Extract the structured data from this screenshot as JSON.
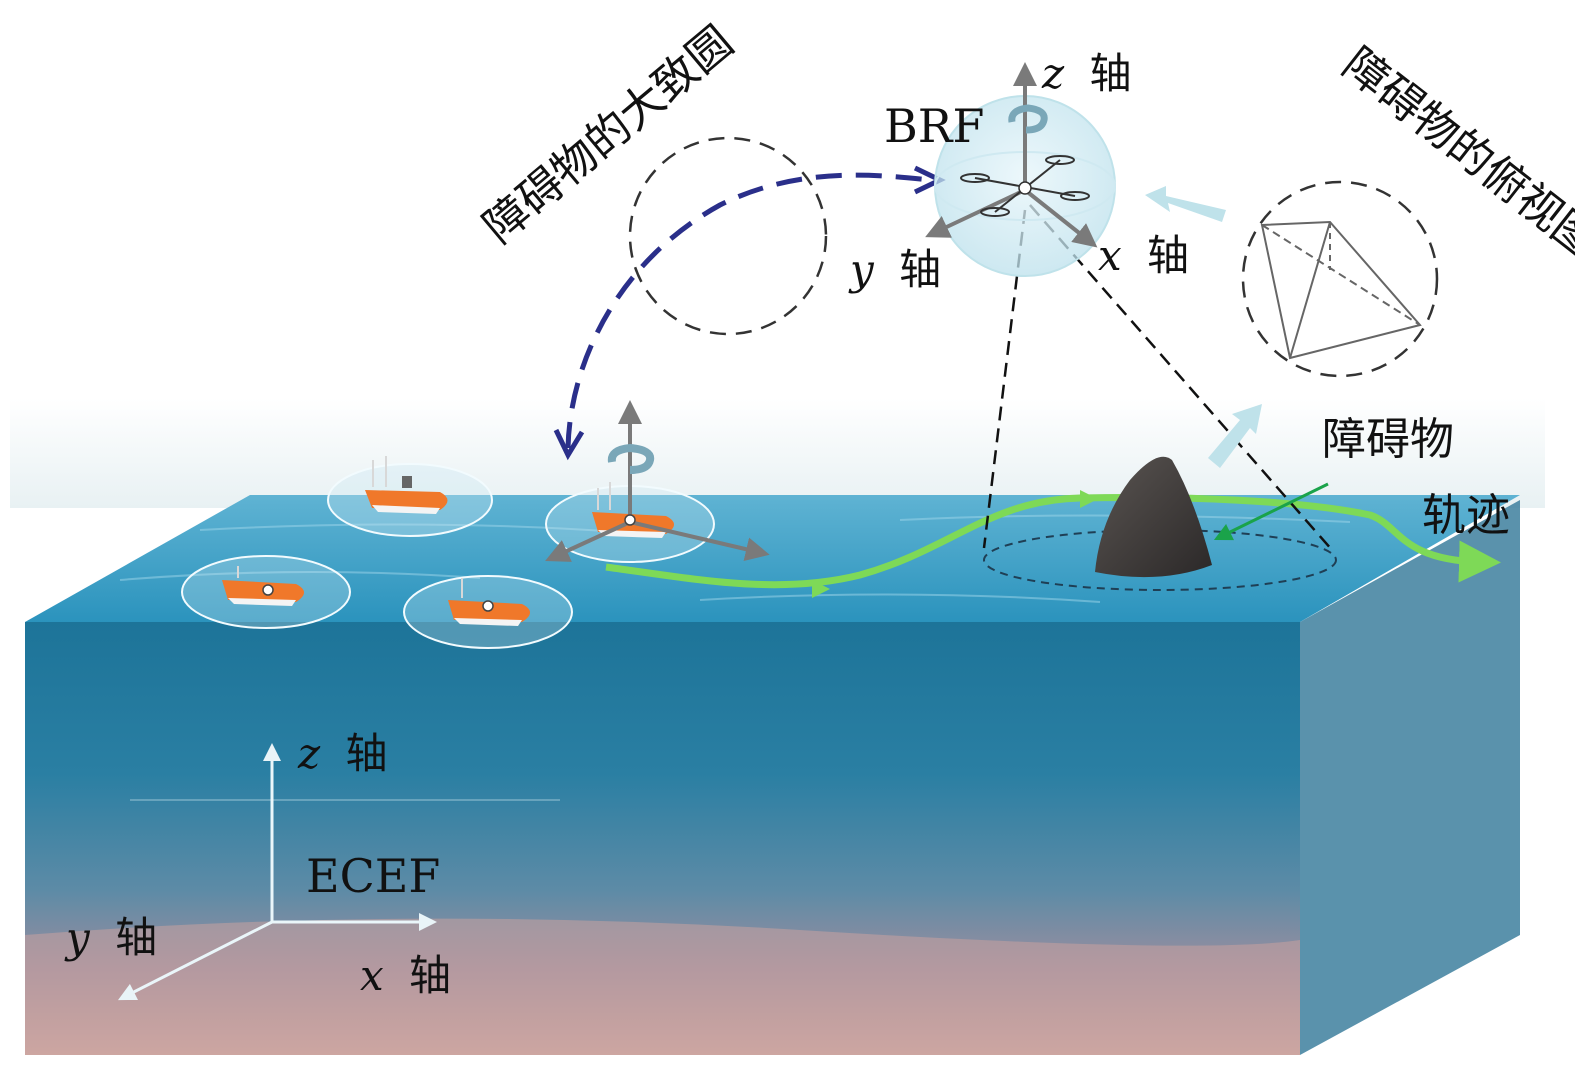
{
  "labels": {
    "obstacle_circle": "障碍物的大致圆",
    "obstacle_topview": "障碍物的俯视图",
    "obstacle": "障碍物",
    "trajectory": "轨迹",
    "brf": "BRF",
    "ecef": "ECEF",
    "axis_word": "轴",
    "drone_z": "z",
    "drone_y": "y",
    "drone_x": "x",
    "ecef_z": "z",
    "ecef_y": "y",
    "ecef_x": "x"
  },
  "colors": {
    "ocean_top": "#2b9cc4",
    "ocean_deep": "#1f6f92",
    "seabed": "#c9a3a0",
    "trajectory": "#7ed957",
    "dashed_arc": "#2a2f8a",
    "pointer_green": "#1aa34a",
    "flow_arrow": "#bfe2ea",
    "boat_orange": "#f0782a",
    "rock": "#3b3838"
  },
  "icons": [
    "usv-boat",
    "quadrotor-drone",
    "rock-obstacle",
    "rotation-arrow"
  ]
}
